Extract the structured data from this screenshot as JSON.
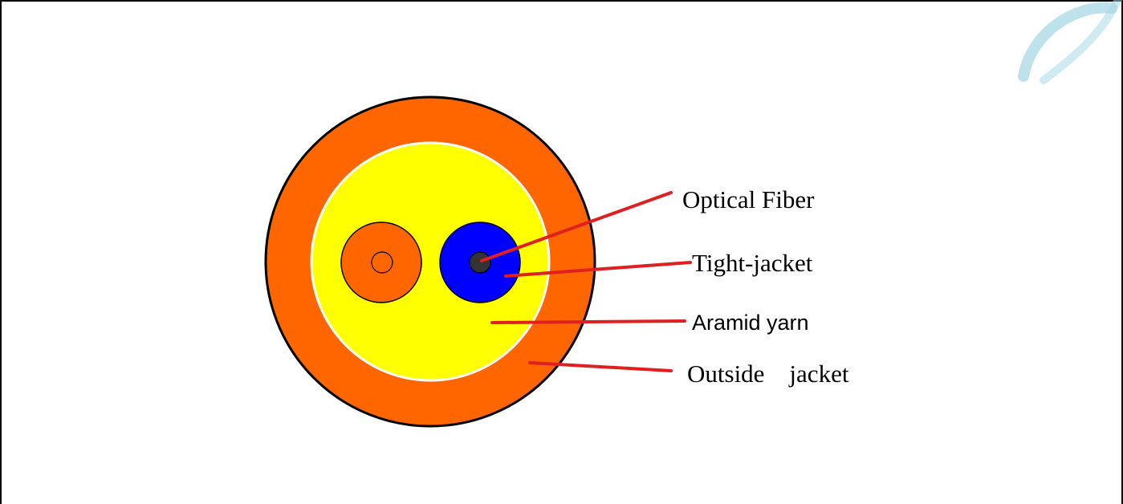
{
  "labels": {
    "optical_fiber": "Optical Fiber",
    "tight_jacket": "Tight-jacket",
    "aramid_yarn": "Aramid yarn",
    "outside_jacket": "Outside    jacket"
  },
  "colors": {
    "outside_jacket": "#ff6600",
    "aramid_yarn": "#ffff00",
    "tight_jacket": "#0000ff",
    "fiber_core": "#333333",
    "second_fiber_jacket": "#ff6600",
    "leader_lines": "#e02020",
    "outline": "#000000",
    "watermark": "#a8d8e6"
  }
}
